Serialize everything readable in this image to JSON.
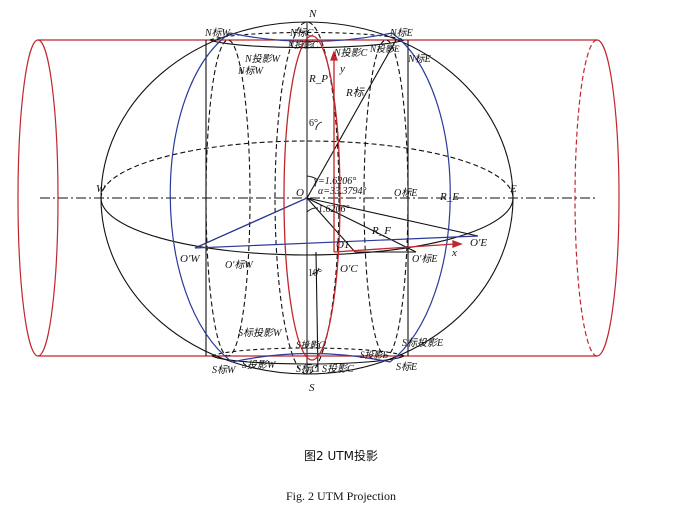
{
  "labels": {
    "N": "N",
    "S": "S",
    "W": "W",
    "E": "E",
    "O": "O",
    "N_top_w": "N标W",
    "N_top_e": "N标E",
    "N_top_c": "N标C",
    "N_mid_w": "N投影W",
    "N_mid_w2": "N标W",
    "N_proj_c": "N投影C",
    "N_proj_e": "N投影E",
    "N_mid_e": "N标E",
    "N_mid_c": "N投影C",
    "y": "y",
    "x": "x",
    "R_p": "R_P",
    "R_biao": "R标",
    "R_E": "R_E",
    "R_F": "R_F",
    "O_biaoE": "O标E",
    "O_prime_E": "O′E",
    "O_prime_W": "O′W",
    "O_prime_biaoW": "O′标W",
    "O_prime_C": "O′C",
    "O_prime_biaoE": "O′标E",
    "O_1": "O1",
    "six": "6°",
    "ten": "10°",
    "gamma": "γ=1.6206°",
    "alpha": "α=33.3794°",
    "beta": "1.6206°",
    "S_proj_w": "S标投影W",
    "S_w": "S标W",
    "S_proj_w2": "S投影W",
    "S_proj_c": "S投影C",
    "S_c": "S标C",
    "S_proj_c2": "S投影C",
    "S_proj_e": "S投影E",
    "S_biao_proj_e": "S标投影E",
    "S_e": "S标E"
  },
  "captions": {
    "chinese": "图2  UTM投影",
    "english": "Fig. 2  UTM Projection"
  },
  "colors": {
    "black": "#111111",
    "red": "#c0272d",
    "blue": "#2b3a9b"
  }
}
